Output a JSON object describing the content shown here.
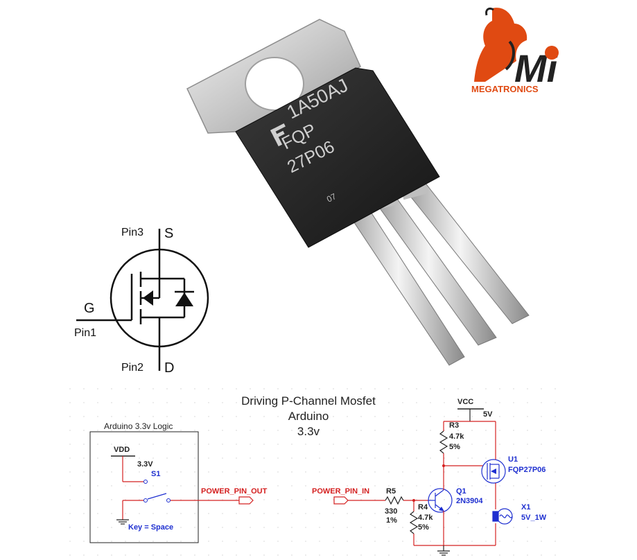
{
  "colors": {
    "wire_red": "#d42020",
    "component_blue": "#1e2fd0",
    "logo_orange": "#e04a12",
    "logo_black": "#222222",
    "text_black": "#111111"
  },
  "logo": {
    "text": "MEGATRONICS",
    "letters": "Mi"
  },
  "package": {
    "markings": {
      "line1": "1A50AJ",
      "line2": "FQP",
      "line3": "27P06",
      "code": "07"
    }
  },
  "symbol": {
    "pin3": "Pin3",
    "source": "S",
    "gate": "G",
    "pin1": "Pin1",
    "pin2": "Pin2",
    "drain": "D"
  },
  "schematic": {
    "title": {
      "line1": "Driving P-Channel Mosfet",
      "line2": "Arduino",
      "line3": "3.3v"
    },
    "arduino_box": {
      "title": "Arduino 3.3v Logic",
      "vdd": "VDD",
      "vdd_value": "3.3V",
      "switch": "S1",
      "key": "Key = Space"
    },
    "power_out": "POWER_PIN_OUT",
    "power_in": "POWER_PIN_IN",
    "vcc": {
      "label": "VCC",
      "value": "5V"
    },
    "r3": {
      "name": "R3",
      "value": "4.7k",
      "tol": "5%"
    },
    "r4": {
      "name": "R4",
      "value": "4.7k",
      "tol": "5%"
    },
    "r5": {
      "name": "R5",
      "value": "330",
      "tol": "1%"
    },
    "q1": {
      "name": "Q1",
      "part": "2N3904"
    },
    "u1": {
      "name": "U1",
      "part": "FQP27P06"
    },
    "x1": {
      "name": "X1",
      "part": "5V_1W"
    }
  }
}
